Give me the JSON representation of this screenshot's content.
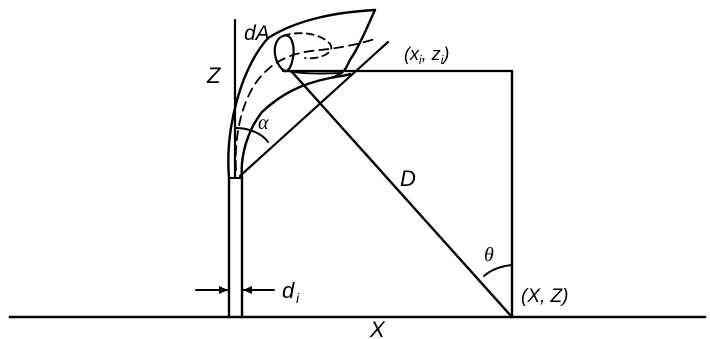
{
  "labels": {
    "area": "dA",
    "z_axis": "Z",
    "x_axis": "X",
    "alpha": "α",
    "distance": "D",
    "theta": "θ",
    "stack_diameter": "d",
    "stack_diameter_sub": "i",
    "plume_point": "(x",
    "plume_point_sub1": "i",
    "plume_point_mid": ", z",
    "plume_point_sub2": "i",
    "plume_point_end": ")",
    "receptor_point": "(X, Z)"
  }
}
